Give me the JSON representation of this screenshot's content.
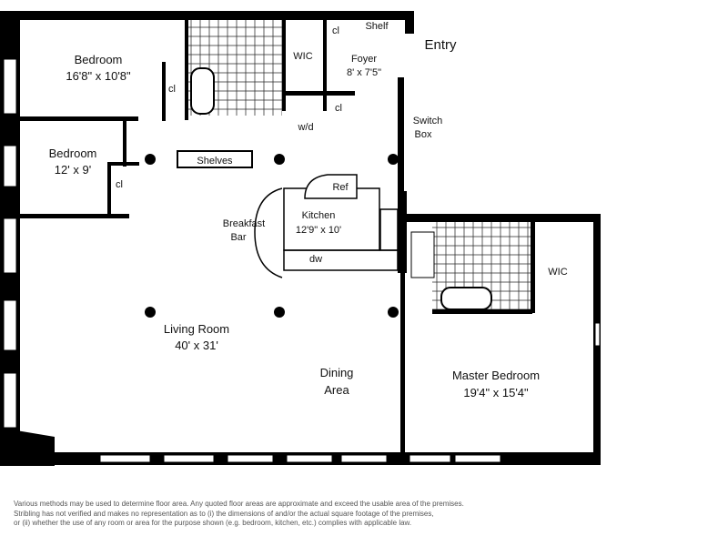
{
  "rooms": {
    "bedroom1": {
      "name": "Bedroom",
      "size": "16'8\" x 10'8\""
    },
    "bedroom2": {
      "name": "Bedroom",
      "size": "12' x 9'"
    },
    "living": {
      "name": "Living Room",
      "size": "40' x 31'"
    },
    "dining": {
      "name": "Dining",
      "name2": "Area"
    },
    "kitchen": {
      "name": "Kitchen",
      "size": "12'9\" x 10'"
    },
    "foyer": {
      "name": "Foyer",
      "size": "8' x 7'5\""
    },
    "master": {
      "name": "Master Bedroom",
      "size": "19'4\" x 15'4\""
    }
  },
  "labels": {
    "entry": "Entry",
    "shelf": "Shelf",
    "wic": "WIC",
    "wic2": "WIC",
    "cl": "cl",
    "wd": "w/d",
    "switch": "Switch",
    "box": "Box",
    "shelves": "Shelves",
    "ref": "Ref",
    "dw": "dw",
    "breakfast": "Breakfast",
    "bar": "Bar"
  },
  "disclaimer": [
    "Various methods may be used to determine floor area.  Any quoted floor areas are approximate and exceed the usable area of the premises.",
    "Stribling has not verified and makes no representation as to (i) the dimensions of and/or the actual square footage of the premises,",
    "or (ii) whether the use of any room or area for the purpose shown (e.g. bedroom, kitchen, etc.) complies with applicable law."
  ]
}
